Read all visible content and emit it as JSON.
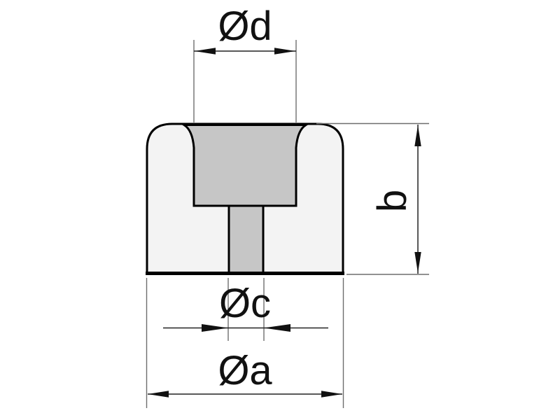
{
  "drawing": {
    "kind": "dimensioned cross-section of cylindrical buffer with insert",
    "labels": {
      "diameter_d": "Ød",
      "height_b": "b",
      "diameter_c": "Øc",
      "diameter_a": "Øa"
    },
    "colors": {
      "background": "#ffffff",
      "body_fill": "#f3f3f3",
      "insert_fill": "#c6c6c6",
      "outline": "#000000",
      "dimension_line": "#222222",
      "extension_line": "#6e6e6e",
      "text": "#111111"
    }
  }
}
